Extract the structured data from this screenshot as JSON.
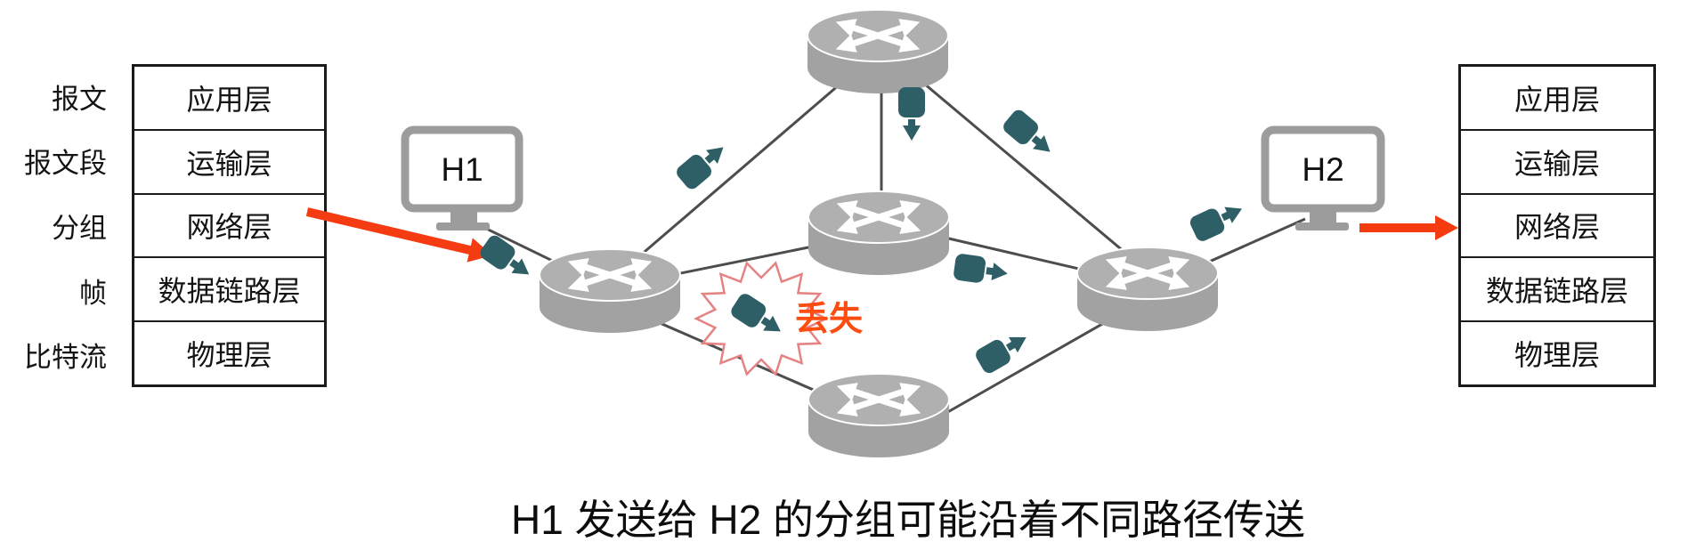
{
  "stack": {
    "pdu_labels": [
      "报文",
      "报文段",
      "分组",
      "帧",
      "比特流"
    ],
    "layers": [
      "应用层",
      "运输层",
      "网络层",
      "数据链路层",
      "物理层"
    ]
  },
  "hosts": {
    "h1": "H1",
    "h2": "H2"
  },
  "annotations": {
    "lost": "丢失",
    "caption": "H1 发送给 H2 的分组可能沿着不同路径传送"
  },
  "colors": {
    "packet_teal": "#2f5f66",
    "router_top": "#b0b0b0",
    "router_body": "#a2a2a2",
    "link_gray": "#4d4d4d",
    "red_arrow": "#f43b11",
    "lost_text": "#fc4c10",
    "burst_pink": "#e58383",
    "monitor_gray": "#9c9c9c",
    "table_border": "#1a1a1a"
  },
  "icons": {
    "router": "cylinder-with-crossed-arrows",
    "packet": "teal-box-with-direction-arrow",
    "host": "desktop-monitor",
    "lost_burst": "jagged-starburst",
    "red_arrow": "thick-red-arrow"
  }
}
